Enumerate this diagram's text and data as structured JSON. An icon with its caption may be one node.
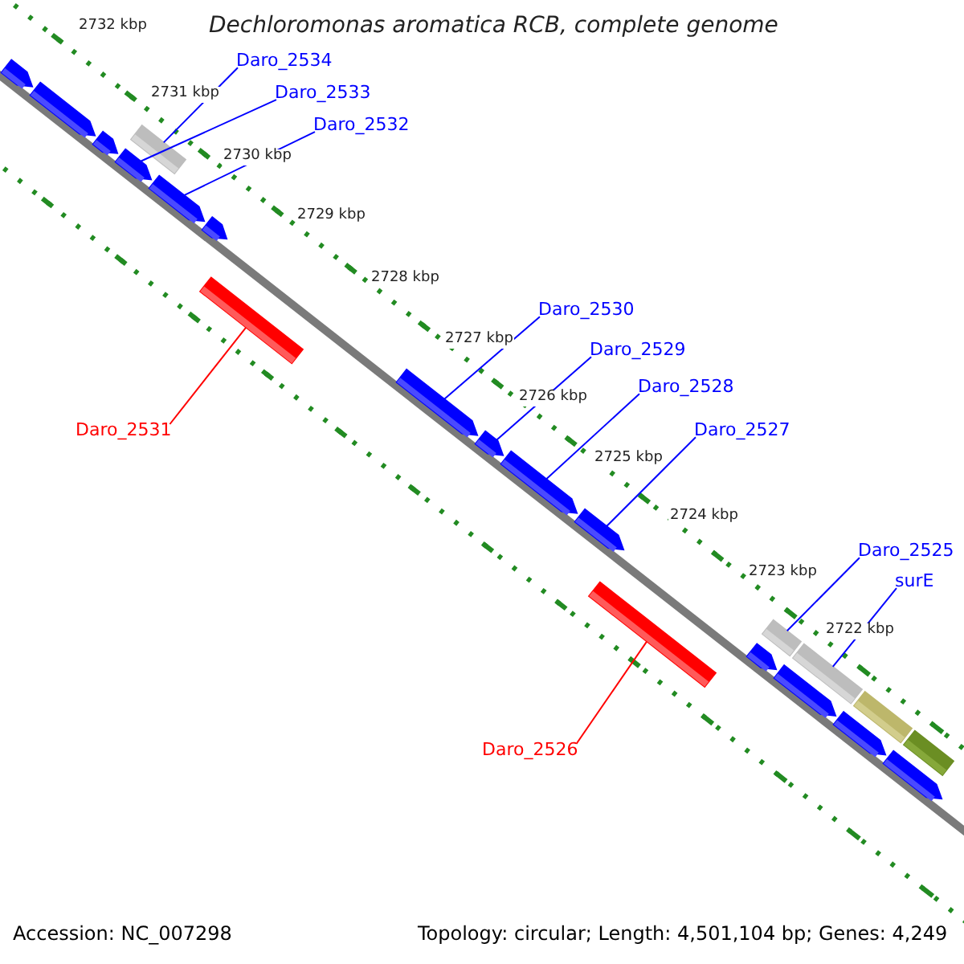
{
  "diagram": {
    "title": "Dechloromonas aromatica RCB, complete genome",
    "nodes": [
      {
        "text": [
          "Daro_2534"
        ]
      },
      {
        "text": [
          "Daro_2533"
        ]
      },
      {
        "text": [
          "Daro_2532"
        ]
      },
      {
        "text": [
          "Daro_2531"
        ]
      },
      {
        "text": [
          "Daro_2530"
        ]
      },
      {
        "text": [
          "Daro_2529"
        ]
      },
      {
        "text": [
          "Daro_2528"
        ]
      },
      {
        "text": [
          "Daro_2527"
        ]
      },
      {
        "text": [
          "Daro_2525"
        ]
      },
      {
        "text": [
          "surE"
        ]
      },
      {
        "text": [
          "Daro_2526"
        ]
      },
      {
        "text": [],
        "shape": "bar"
      },
      {
        "text": [],
        "shape": "bar"
      },
      {
        "text": [],
        "shape": "bar"
      },
      {
        "text": [],
        "shape": "bar"
      },
      {
        "text": [],
        "shape": "bar"
      },
      {
        "text": [],
        "shape": "bar"
      },
      {
        "text": [],
        "shape": "bar"
      },
      {
        "text": [],
        "shape": "bar"
      },
      {
        "text": [],
        "shape": "bar"
      },
      {
        "text": [],
        "shape": "bar"
      },
      {
        "text": [],
        "shape": "bar"
      },
      {
        "text": [],
        "shape": "bar"
      },
      {
        "text": [],
        "shape": "bar"
      },
      {
        "text": [],
        "shape": "bar"
      },
      {
        "text": [],
        "shape": "bar"
      },
      {
        "text": [],
        "shape": "bar"
      },
      {
        "text": [],
        "shape": "bar"
      },
      {
        "text": [],
        "shape": "bar"
      },
      {
        "text": [],
        "shape": "bar"
      },
      {
        "text": [],
        "shape": "bar"
      },
      {
        "text": [],
        "shape": "bar"
      }
    ],
    "edges": [
      {
        "from": 0,
        "to": 14,
        "arrow": "none"
      },
      {
        "from": 1,
        "to": 15,
        "arrow": "none"
      },
      {
        "from": 2,
        "to": 16,
        "arrow": "none"
      },
      {
        "from": 3,
        "to": 18,
        "arrow": "none",
        "color": "#ff0000"
      },
      {
        "from": 4,
        "to": 19,
        "arrow": "none"
      },
      {
        "from": 5,
        "to": 20,
        "arrow": "none"
      },
      {
        "from": 6,
        "to": 21,
        "arrow": "none"
      },
      {
        "from": 7,
        "to": 22,
        "arrow": "none"
      },
      {
        "from": 8,
        "to": 25,
        "arrow": "none"
      },
      {
        "from": 9,
        "to": 26,
        "arrow": "none"
      },
      {
        "from": 10,
        "to": 23,
        "arrow": "none",
        "color": "#ff0000"
      }
    ],
    "labels": [
      "2732 kbp",
      "2731 kbp",
      "2730 kbp",
      "2729 kbp",
      "2728 kbp",
      "2727 kbp",
      "2726 kbp",
      "2725 kbp",
      "2724 kbp",
      "2723 kbp",
      "2722 kbp",
      "Accession: NC_007298",
      "Topology: circular; Length: 4,501,104 bp; Genes: 4,249"
    ]
  }
}
